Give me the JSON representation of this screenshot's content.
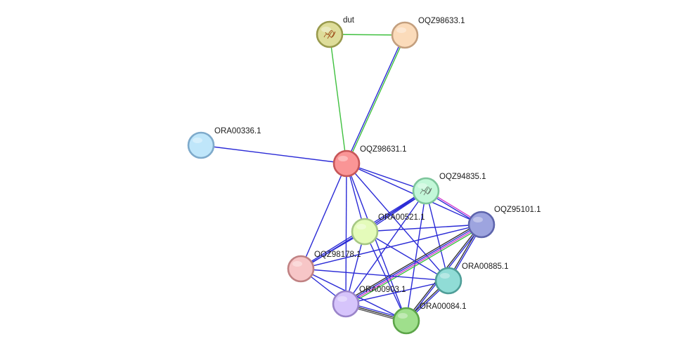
{
  "nodes": [
    {
      "id": "dut",
      "label": "dut",
      "fill": "#dedd9a",
      "stroke": "#999a4d",
      "icon": "protein-structure-icon"
    },
    {
      "id": "OQZ98633.1",
      "label": "OQZ98633.1",
      "fill": "#fbdbba",
      "stroke": "#c39f7e",
      "icon": null
    },
    {
      "id": "ORA00336.1",
      "label": "ORA00336.1",
      "fill": "#bfe6fa",
      "stroke": "#7eaacb",
      "icon": null
    },
    {
      "id": "OQZ98631.1",
      "label": "OQZ98631.1",
      "fill": "#fa9596",
      "stroke": "#c65557",
      "icon": null
    },
    {
      "id": "OQZ94835.1",
      "label": "OQZ94835.1",
      "fill": "#c2f7d8",
      "stroke": "#7dc59b",
      "icon": "protein-structure-icon"
    },
    {
      "id": "OQZ95101.1",
      "label": "OQZ95101.1",
      "fill": "#9da4df",
      "stroke": "#5d64ac",
      "icon": null
    },
    {
      "id": "ORA00521.1",
      "label": "ORA00521.1",
      "fill": "#e4fbba",
      "stroke": "#a6c784",
      "icon": null
    },
    {
      "id": "OQZ98178.1",
      "label": "OQZ98178.1",
      "fill": "#f7c6c7",
      "stroke": "#c08283",
      "icon": null
    },
    {
      "id": "ORA00885.1",
      "label": "ORA00885.1",
      "fill": "#90dcd6",
      "stroke": "#4f9e98",
      "icon": null
    },
    {
      "id": "ORA00903.1",
      "label": "ORA00903.1",
      "fill": "#d6c4fb",
      "stroke": "#9a84c9",
      "icon": null
    },
    {
      "id": "ORA00084.1",
      "label": "ORA00084.1",
      "fill": "#9fdf8c",
      "stroke": "#5ca548",
      "icon": null
    }
  ],
  "edges": [
    {
      "from": "dut",
      "to": "OQZ98633.1",
      "colors": [
        "#3fc03f"
      ]
    },
    {
      "from": "dut",
      "to": "OQZ98631.1",
      "colors": [
        "#3fc03f"
      ]
    },
    {
      "from": "OQZ98633.1",
      "to": "OQZ98631.1",
      "colors": [
        "#3fc03f",
        "#2a2ad6"
      ]
    },
    {
      "from": "ORA00336.1",
      "to": "OQZ98631.1",
      "colors": [
        "#2a2ad6"
      ]
    },
    {
      "from": "OQZ98631.1",
      "to": "OQZ94835.1",
      "colors": [
        "#2a2ad6"
      ]
    },
    {
      "from": "OQZ98631.1",
      "to": "OQZ95101.1",
      "colors": [
        "#2a2ad6"
      ]
    },
    {
      "from": "OQZ98631.1",
      "to": "ORA00521.1",
      "colors": [
        "#2a2ad6"
      ]
    },
    {
      "from": "OQZ98631.1",
      "to": "OQZ98178.1",
      "colors": [
        "#2a2ad6"
      ]
    },
    {
      "from": "OQZ98631.1",
      "to": "ORA00885.1",
      "colors": [
        "#2a2ad6"
      ]
    },
    {
      "from": "OQZ98631.1",
      "to": "ORA00903.1",
      "colors": [
        "#2a2ad6"
      ]
    },
    {
      "from": "OQZ98631.1",
      "to": "ORA00084.1",
      "colors": [
        "#2a2ad6"
      ]
    },
    {
      "from": "OQZ94835.1",
      "to": "OQZ95101.1",
      "colors": [
        "#d13ad1",
        "#2a2ad6"
      ]
    },
    {
      "from": "OQZ94835.1",
      "to": "ORA00521.1",
      "colors": [
        "#2a2ad6",
        "#2a2ad6"
      ]
    },
    {
      "from": "OQZ94835.1",
      "to": "OQZ98178.1",
      "colors": [
        "#2a2ad6",
        "#2a2ad6"
      ]
    },
    {
      "from": "OQZ94835.1",
      "to": "ORA00885.1",
      "colors": [
        "#2a2ad6"
      ]
    },
    {
      "from": "OQZ94835.1",
      "to": "ORA00903.1",
      "colors": [
        "#2a2ad6"
      ]
    },
    {
      "from": "OQZ94835.1",
      "to": "ORA00084.1",
      "colors": [
        "#2a2ad6"
      ]
    },
    {
      "from": "OQZ95101.1",
      "to": "ORA00521.1",
      "colors": [
        "#2a2ad6"
      ]
    },
    {
      "from": "OQZ95101.1",
      "to": "OQZ98178.1",
      "colors": [
        "#2a2ad6"
      ]
    },
    {
      "from": "OQZ95101.1",
      "to": "ORA00885.1",
      "colors": [
        "#2a2ad6",
        "#333333"
      ]
    },
    {
      "from": "OQZ95101.1",
      "to": "ORA00903.1",
      "colors": [
        "#3fc03f",
        "#d13ad1",
        "#2a2ad6",
        "#333333"
      ]
    },
    {
      "from": "OQZ95101.1",
      "to": "ORA00084.1",
      "colors": [
        "#2a2ad6",
        "#333333"
      ]
    },
    {
      "from": "ORA00521.1",
      "to": "OQZ98178.1",
      "colors": [
        "#2a2ad6"
      ]
    },
    {
      "from": "ORA00521.1",
      "to": "ORA00885.1",
      "colors": [
        "#2a2ad6"
      ]
    },
    {
      "from": "ORA00521.1",
      "to": "ORA00903.1",
      "colors": [
        "#2a2ad6"
      ]
    },
    {
      "from": "ORA00521.1",
      "to": "ORA00084.1",
      "colors": [
        "#2a2ad6"
      ]
    },
    {
      "from": "OQZ98178.1",
      "to": "ORA00885.1",
      "colors": [
        "#2a2ad6"
      ]
    },
    {
      "from": "OQZ98178.1",
      "to": "ORA00903.1",
      "colors": [
        "#2a2ad6"
      ]
    },
    {
      "from": "OQZ98178.1",
      "to": "ORA00084.1",
      "colors": [
        "#2a2ad6"
      ]
    },
    {
      "from": "ORA00885.1",
      "to": "ORA00903.1",
      "colors": [
        "#2a2ad6"
      ]
    },
    {
      "from": "ORA00885.1",
      "to": "ORA00084.1",
      "colors": [
        "#2a2ad6",
        "#333333"
      ]
    },
    {
      "from": "ORA00903.1",
      "to": "ORA00084.1",
      "colors": [
        "#2a2ad6",
        "#333333",
        "#555555"
      ]
    }
  ]
}
